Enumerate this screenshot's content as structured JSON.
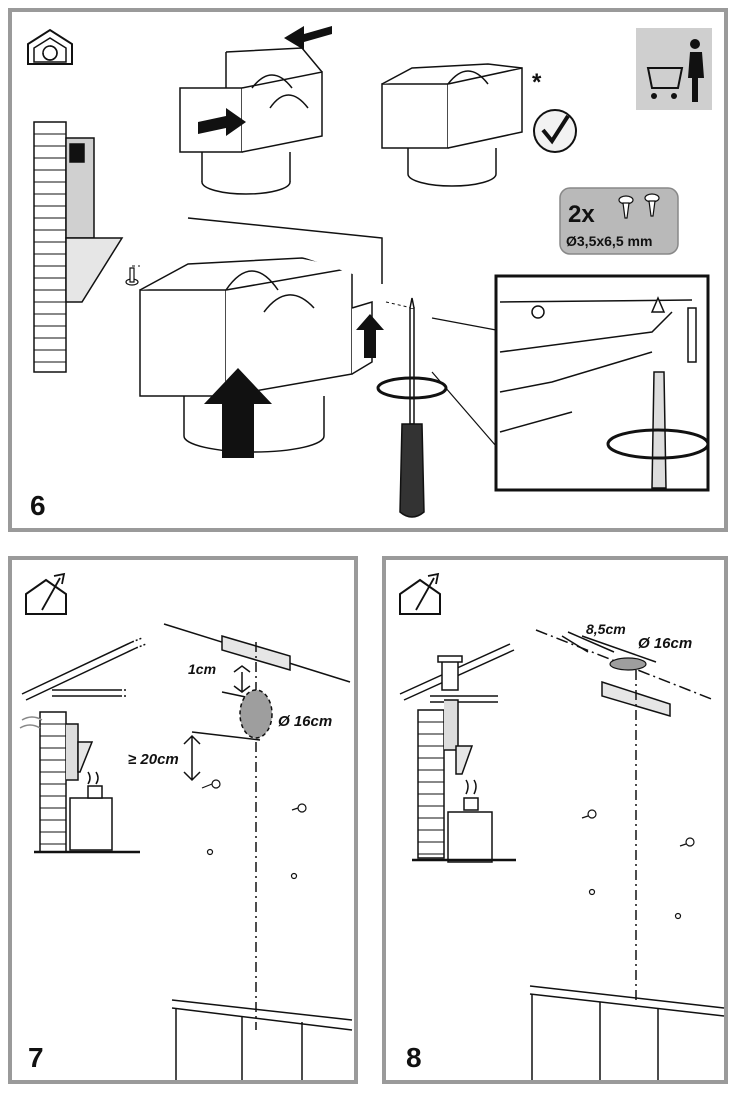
{
  "steps": [
    {
      "number": "6",
      "icons": [
        "recirculation-house-icon",
        "shopping-trolley-icon",
        "checkmark-icon"
      ],
      "asterisk": "*",
      "screw_badge": {
        "quantity": "2x",
        "size": "Ø3,5x6,5 mm"
      }
    },
    {
      "number": "7",
      "icons": [
        "extraction-house-icon"
      ],
      "labels": {
        "top_distance": "1cm",
        "diameter": "Ø 16cm",
        "min_distance": "≥ 20cm"
      }
    },
    {
      "number": "8",
      "icons": [
        "extraction-house-icon"
      ],
      "labels": {
        "offset": "8,5cm",
        "diameter": "Ø 16cm"
      }
    }
  ],
  "colors": {
    "border": "#9a9a9a",
    "badge_fill": "#b9b9b9",
    "hole_fill": "#9e9e9e",
    "ink": "#111111"
  }
}
